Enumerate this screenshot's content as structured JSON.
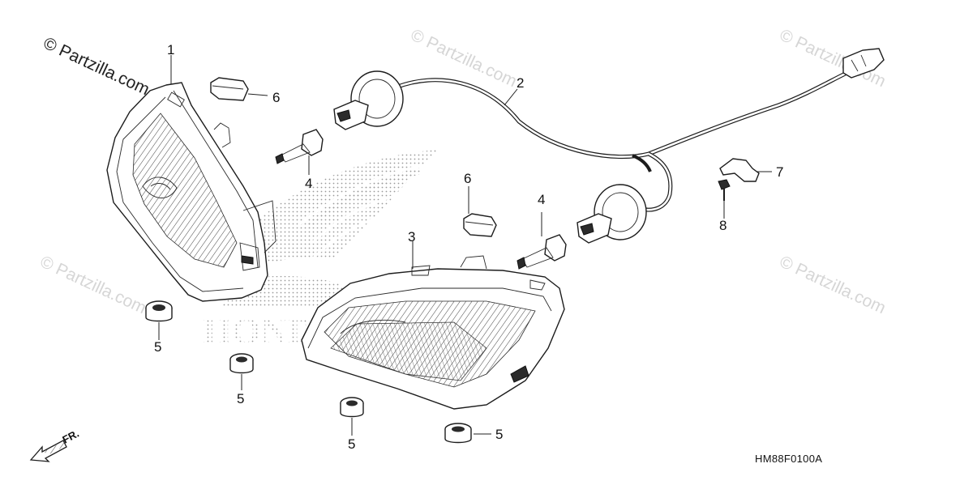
{
  "watermarks": {
    "main": "© Partzilla.com",
    "faint": "© Partzilla.com"
  },
  "callouts": [
    "1",
    "2",
    "3",
    "4",
    "4",
    "5",
    "5",
    "5",
    "5",
    "6",
    "6",
    "7",
    "8"
  ],
  "diagram_code": "HM88F0100A",
  "direction_label": "FR.",
  "background_logo": "HONDA",
  "colors": {
    "ink": "#1c1c1c",
    "watermark": "#d6d6d6",
    "background": "#ffffff"
  }
}
